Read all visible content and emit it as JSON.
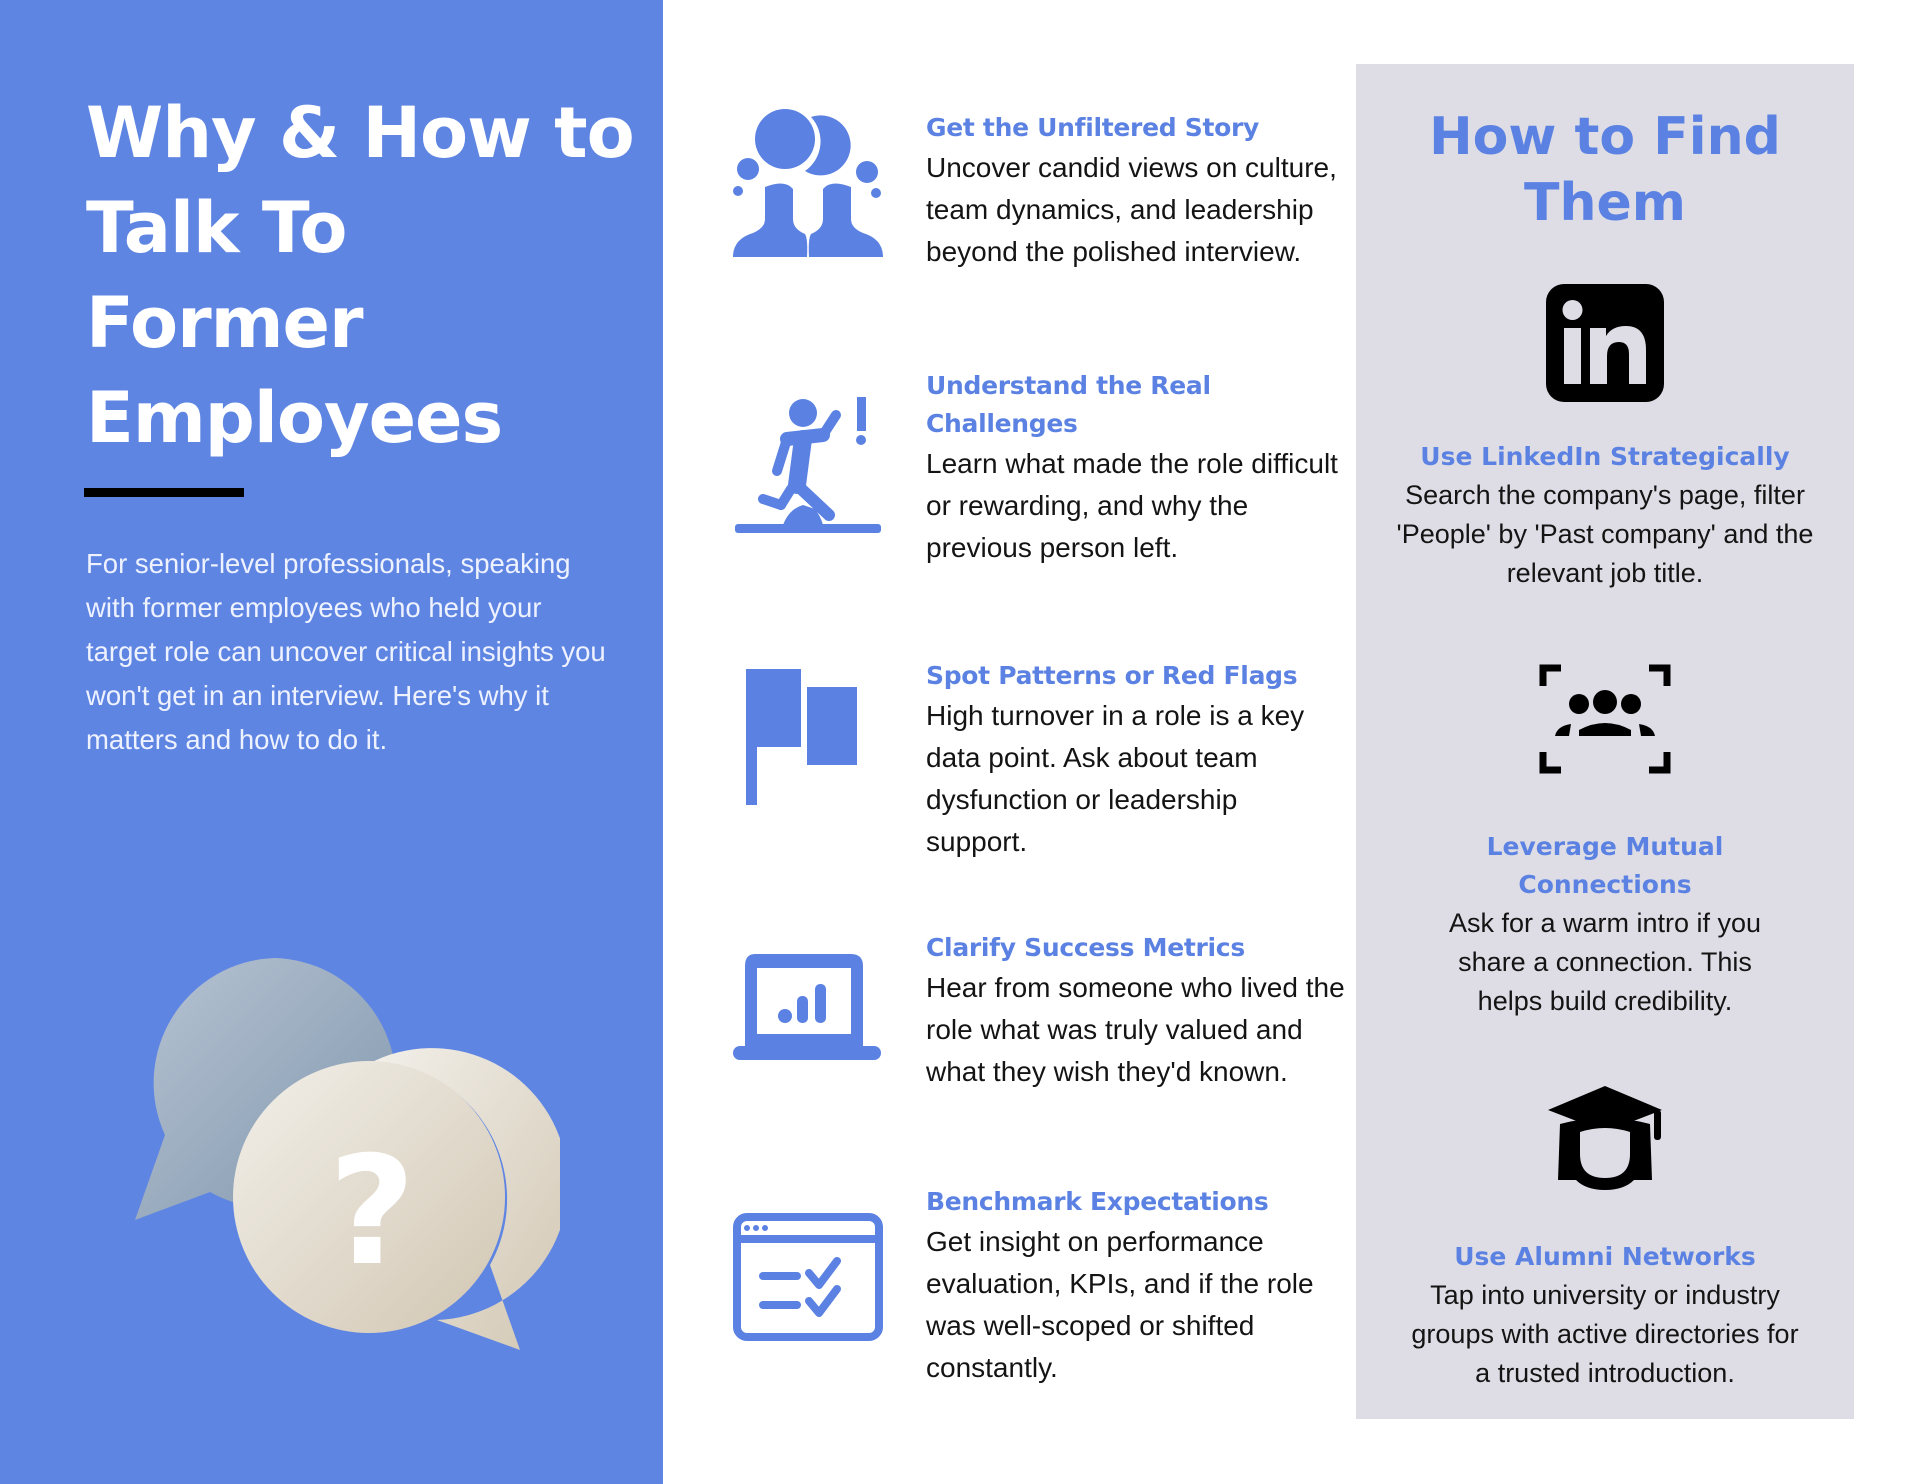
{
  "colors": {
    "accent_blue": "#5b82e2",
    "left_panel": "#5f85e3",
    "right_panel": "#dedde5",
    "text_dark": "#141414",
    "icon_dark": "#000000"
  },
  "left": {
    "title": "Why & How to Talk To Former Employees",
    "intro": "For senior-level professionals, speaking with former employees who held your target role can uncover critical insights you won't get in an interview. Here's why it matters and how to do it.",
    "illustration": {
      "icon": "speech-bubbles-question-icon",
      "glyph": "?"
    }
  },
  "why": {
    "items": [
      {
        "icon": "people-conversation-icon",
        "title": "Get the Unfiltered Story",
        "body": "Uncover candid views on culture, team dynamics, and leadership beyond the polished interview."
      },
      {
        "icon": "hurdle-runner-icon",
        "title": "Understand the Real Challenges",
        "body": "Learn what made the role difficult or rewarding, and why the previous person left."
      },
      {
        "icon": "flags-icon",
        "title": "Spot Patterns or Red Flags",
        "body": "High turnover in a role is a key data point. Ask about team dysfunction or leadership support."
      },
      {
        "icon": "laptop-chart-icon",
        "title": "Clarify Success Metrics",
        "body": "Hear from someone who lived the role what was truly valued and what they wish they'd known."
      },
      {
        "icon": "checklist-window-icon",
        "title": "Benchmark Expectations",
        "body": "Get insight on performance evaluation, KPIs, and if the role was well-scoped or shifted constantly."
      }
    ]
  },
  "how": {
    "title": "How to Find Them",
    "items": [
      {
        "icon": "linkedin-icon",
        "icon_text": "in",
        "title": "Use LinkedIn Strategically",
        "body": "Search the company's page, filter 'People' by 'Past company' and the relevant job title."
      },
      {
        "icon": "group-focus-icon",
        "title": "Leverage Mutual Connections",
        "body": "Ask for a warm intro if you share a connection. This helps build credibility."
      },
      {
        "icon": "graduate-icon",
        "title": "Use Alumni Networks",
        "body": "Tap into university or industry groups with active directories for a trusted introduction."
      }
    ]
  }
}
